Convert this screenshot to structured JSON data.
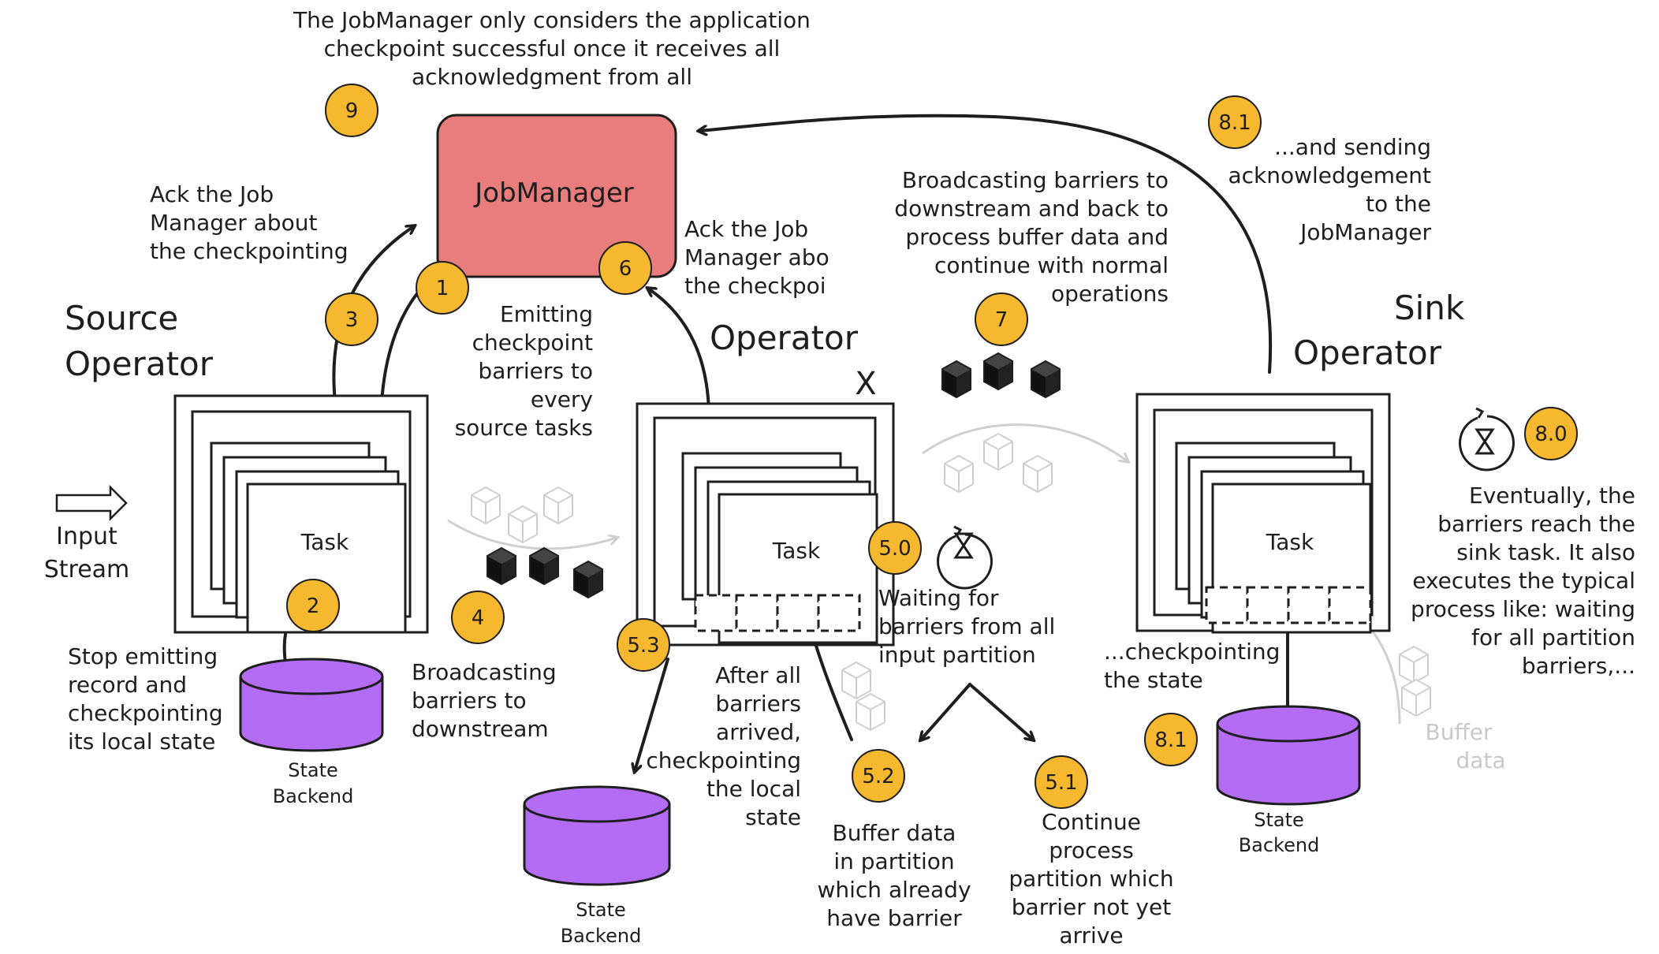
{
  "colors": {
    "jobmanager_fill": "#e97c7c",
    "badge_fill": "#f5b82e",
    "state_backend_fill": "#b46cf4",
    "barrier_black": "#1e1e1e",
    "faded": "#c9c9c9"
  },
  "jobmanager": {
    "label": "JobManager"
  },
  "top_note": [
    "The JobManager only considers the application",
    "checkpoint successful once it receives all",
    "acknowledgment from all"
  ],
  "source": {
    "title": [
      "Source",
      "Operator"
    ],
    "task_label": "Task",
    "input_label": [
      "Input",
      "Stream"
    ],
    "state_label": [
      "State",
      "Backend"
    ]
  },
  "operator": {
    "title": "Operator",
    "x_mark": "X",
    "task_label": "Task",
    "state_label": [
      "State",
      "Backend"
    ]
  },
  "sink": {
    "title": [
      "Sink",
      "Operator"
    ],
    "task_label": "Task",
    "state_label": [
      "State",
      "Backend"
    ],
    "buffer_label": [
      "Buffer",
      "data"
    ]
  },
  "badges": [
    "9",
    "3",
    "1",
    "6",
    "2",
    "4",
    "5.3",
    "5.0",
    "7",
    "5.2",
    "5.1",
    "8.1",
    "8.1",
    "8.0"
  ],
  "notes": {
    "ack3": [
      "Ack the Job",
      "Manager about",
      "the checkpointing"
    ],
    "emit1": [
      "Emitting",
      "checkpoint",
      "barriers to",
      "every",
      "source tasks"
    ],
    "ack6": [
      "Ack the Job",
      "Manager abo",
      "the checkpoi"
    ],
    "broadcast7": [
      "Broadcasting barriers to",
      "downstream and back to",
      "process buffer data and",
      "continue with normal",
      "operations"
    ],
    "sending81": [
      "...and sending",
      "acknowledgement",
      "to the",
      "JobManager"
    ],
    "stop2": [
      "Stop emitting",
      "record and",
      "checkpointing",
      "its local state"
    ],
    "broadcast4": [
      "Broadcasting",
      "barriers to",
      "downstream"
    ],
    "after53": [
      "After all",
      "barriers",
      "arrived,",
      "checkpointing",
      "the local",
      "state"
    ],
    "waiting50": [
      "Waiting for",
      "barriers from all",
      "input partition"
    ],
    "buffer52": [
      "Buffer data",
      "in partition",
      "which already",
      "have barrier"
    ],
    "continue51": [
      "Continue",
      "process",
      "partition which",
      "barrier not yet",
      "arrive"
    ],
    "checkpointing81": [
      "...checkpointing",
      "the state"
    ],
    "eventually80": [
      "Eventually, the",
      "barriers reach the",
      "sink task. It also",
      "executes the typical",
      "process like: waiting",
      "for all partition",
      "barriers,..."
    ]
  },
  "icons": [
    "hourglass-icon",
    "hourglass-icon",
    "input-arrow-icon"
  ]
}
